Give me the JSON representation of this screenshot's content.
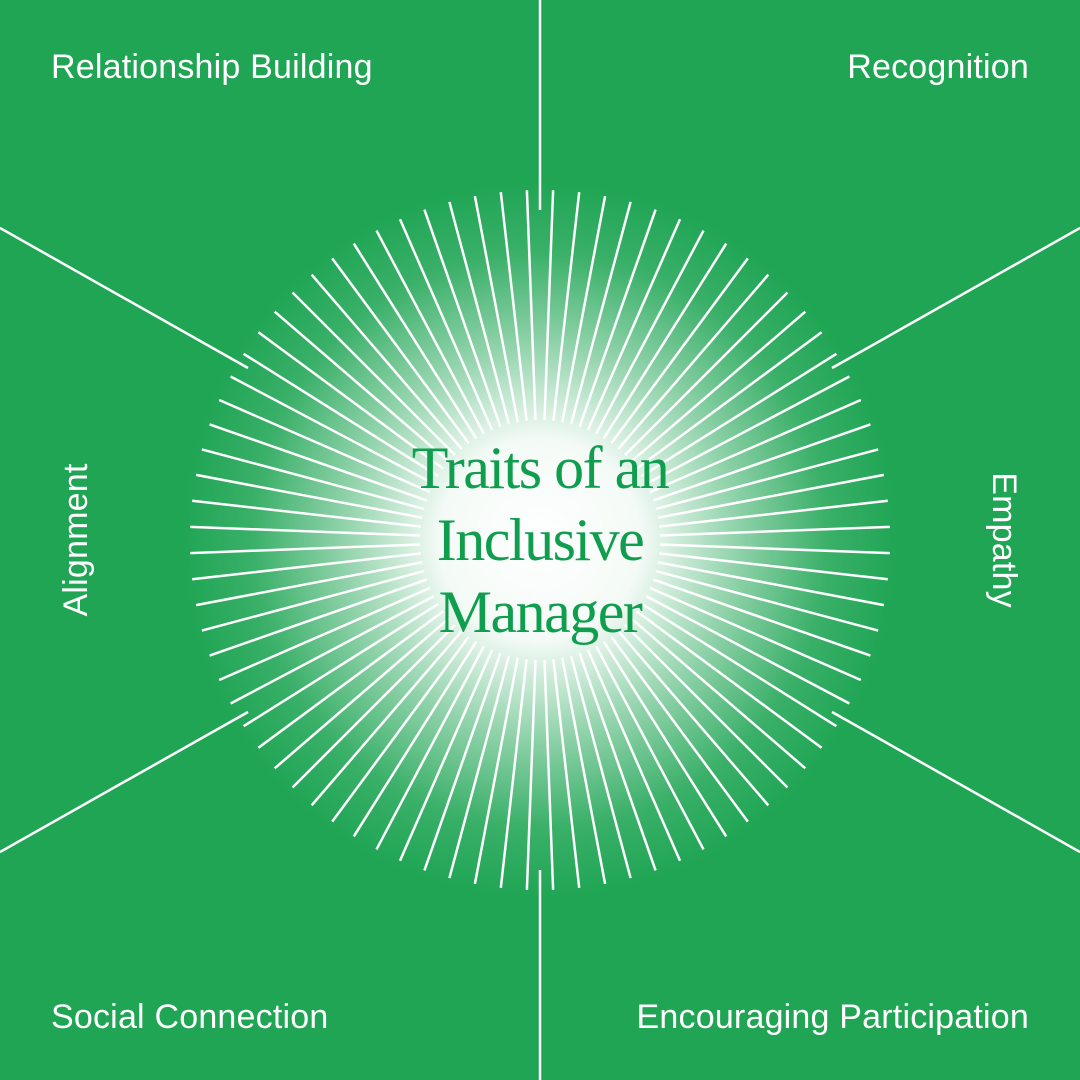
{
  "title": {
    "lines": [
      "Traits of an",
      "Inclusive",
      "Manager"
    ]
  },
  "traits": {
    "top_left": "Relationship Building",
    "top_right": "Recognition",
    "left": "Alignment",
    "right": "Empathy",
    "bottom_left": "Social Connection",
    "bottom_right": "Encouraging Participation"
  },
  "colors": {
    "background": "#1fa554",
    "lines": "#ffffff",
    "title_text": "#0f9e4e",
    "glow_center": "#ffffff"
  }
}
